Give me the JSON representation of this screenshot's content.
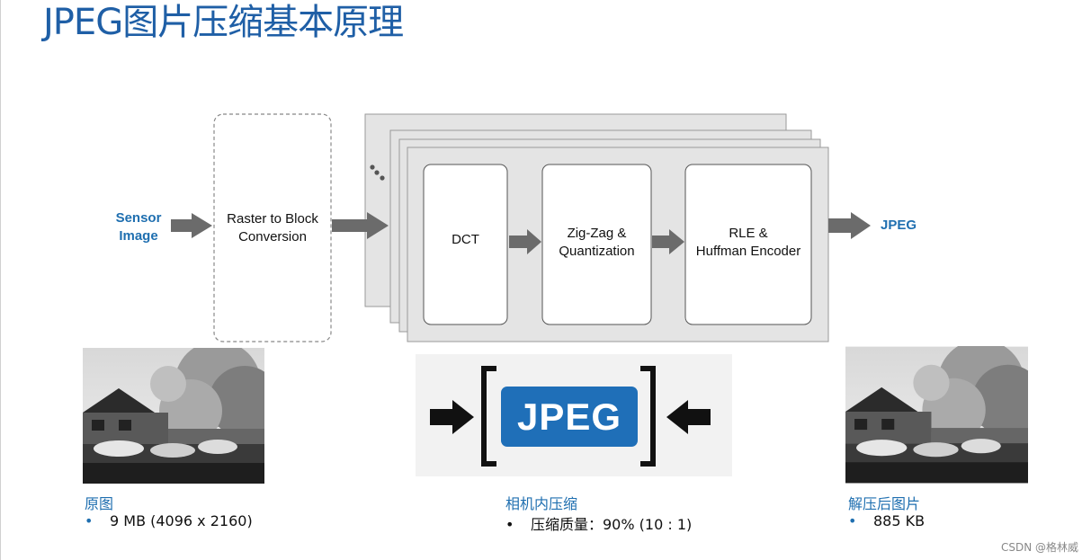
{
  "title": "JPEG图片压缩基本原理",
  "pipeline": {
    "input_label": "Sensor\nImage",
    "raster_label": "Raster to Block\nConversion",
    "dct_label": "DCT",
    "zigzag_label": "Zig-Zag &\nQuantization",
    "rle_label": "RLE &\nHuffman Encoder",
    "output_label": "JPEG",
    "ellipsis": "..."
  },
  "badge": {
    "text": "JPEG",
    "color": "#1f6fb8"
  },
  "original": {
    "caption": "原图",
    "bullet": "9 MB (4096 x 2160)"
  },
  "camera": {
    "caption": "相机内压缩",
    "bullet": "压缩质量：90% (10 : 1)"
  },
  "decompressed": {
    "caption": "解压后图片",
    "bullet": "885 KB"
  },
  "watermark": "CSDN @格林威",
  "colors": {
    "accent_blue": "#1f6fb0",
    "arrow_gray": "#6b6b6b",
    "panel_gray": "#e4e4e4"
  }
}
